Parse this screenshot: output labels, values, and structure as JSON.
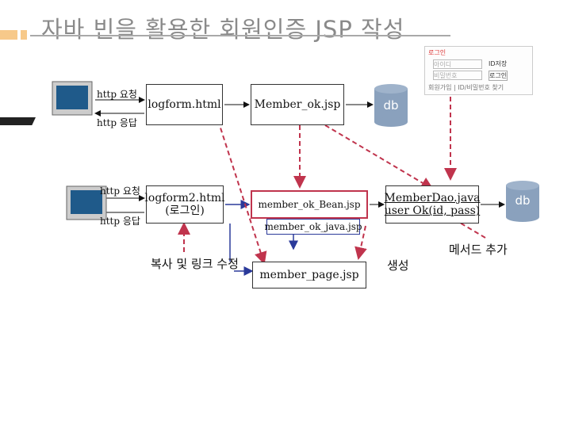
{
  "title": "자바 빈을 활용한 회원인증 JSP 작성",
  "top_row": {
    "request": "http 요청",
    "response": "http 응답",
    "form": "logform.html",
    "member_ok": "Member_ok.jsp",
    "db": "db"
  },
  "bottom_row": {
    "request": "http 요청",
    "response": "http 응답",
    "form2": "logform2.html (로그인)",
    "bean": "member_ok_Bean.jsp",
    "java_jsp": "member_ok_java.jsp",
    "dao": "MemberDao.java user Ok(id, pass)",
    "db": "db"
  },
  "member_page": "member_page.jsp",
  "copy_note": "복사 및 링크 수정",
  "create_note": "생성",
  "method_note": "메서드 추가",
  "login_panel": {
    "title": "로그인",
    "id_field": "아이디",
    "pw_field": "비밀번호",
    "id_btn": "ID저장",
    "login_btn": "로그인",
    "footer": "회원가입 | ID/비밀번호 찾기"
  },
  "colors": {
    "db": "#8aa1bd",
    "red": "#c0344d",
    "blue": "#2b3a9a"
  }
}
